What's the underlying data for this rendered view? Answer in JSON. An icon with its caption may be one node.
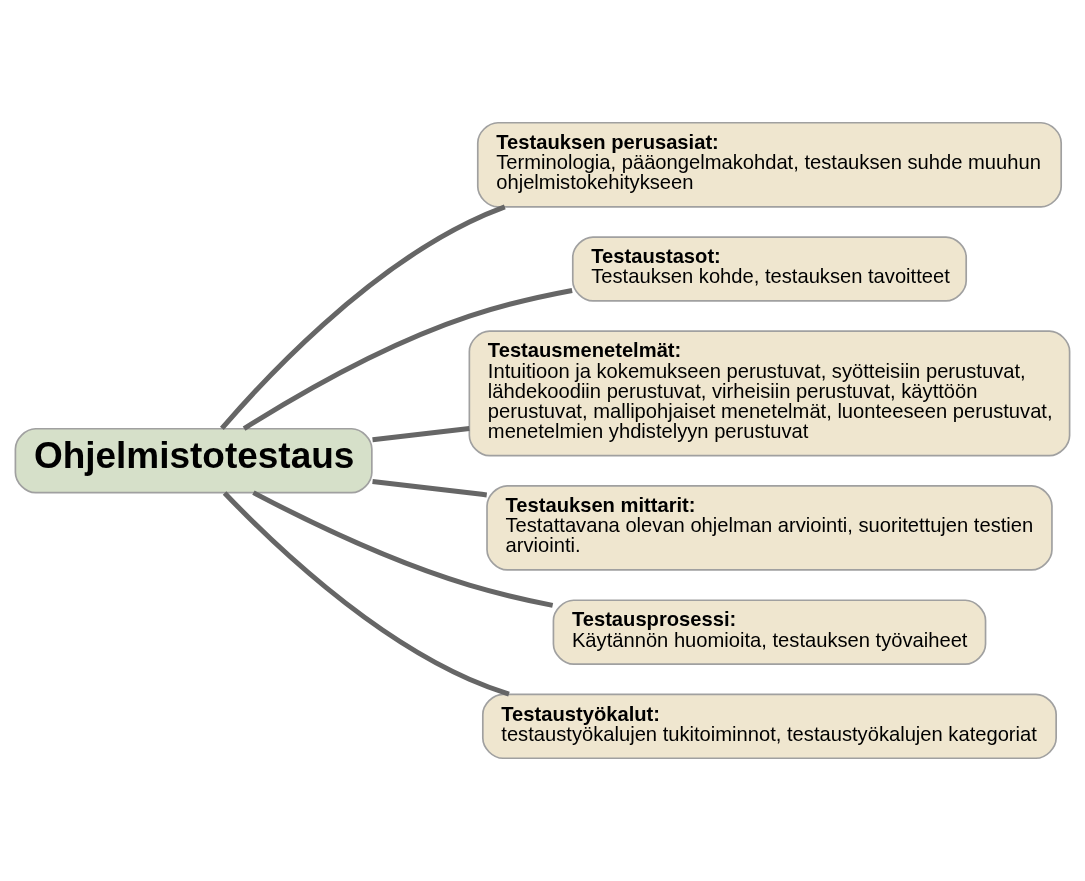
{
  "diagram": {
    "nodes": [
      {
        "text": [
          "Ohjelmistotestaus"
        ]
      },
      {
        "text": [
          "Testauksen perusasiat:",
          "Terminologia, pääongelmakohdat, testauksen suhde muuhun ohjelmistokehitykseen"
        ]
      },
      {
        "text": [
          "Testaustasot:",
          "Testauksen kohde, testauksen tavoitteet"
        ]
      },
      {
        "text": [
          "Testausmenetelmät:",
          "Intuitioon ja kokemukseen perustuvat, syötteisiin perustuvat, lähdekoodiin perustuvat, virheisiin perustuvat, käyttöön perustuvat, mallipohjaiset menetelmät, luonteeseen perustuvat, menetelmien yhdistelyyn perustuvat"
        ]
      },
      {
        "text": [
          "Testauksen mittarit:",
          "Testattavana olevan ohjelman arviointi, suoritettujen testien arviointi."
        ]
      },
      {
        "text": [
          "Testausprosessi:",
          "Käytännön huomioita, testauksen työvaiheet"
        ]
      },
      {
        "text": [
          "Testaustyökalut:",
          "testaustyökalujen tukitoiminnot, testaustyökalujen kategoriat"
        ]
      }
    ],
    "edges": [
      {
        "from": 0,
        "to": 1,
        "arrow": "none"
      },
      {
        "from": 0,
        "to": 2,
        "arrow": "none"
      },
      {
        "from": 0,
        "to": 3,
        "arrow": "none"
      },
      {
        "from": 0,
        "to": 4,
        "arrow": "none"
      },
      {
        "from": 0,
        "to": 5,
        "arrow": "none"
      },
      {
        "from": 0,
        "to": 6,
        "arrow": "none"
      }
    ]
  }
}
